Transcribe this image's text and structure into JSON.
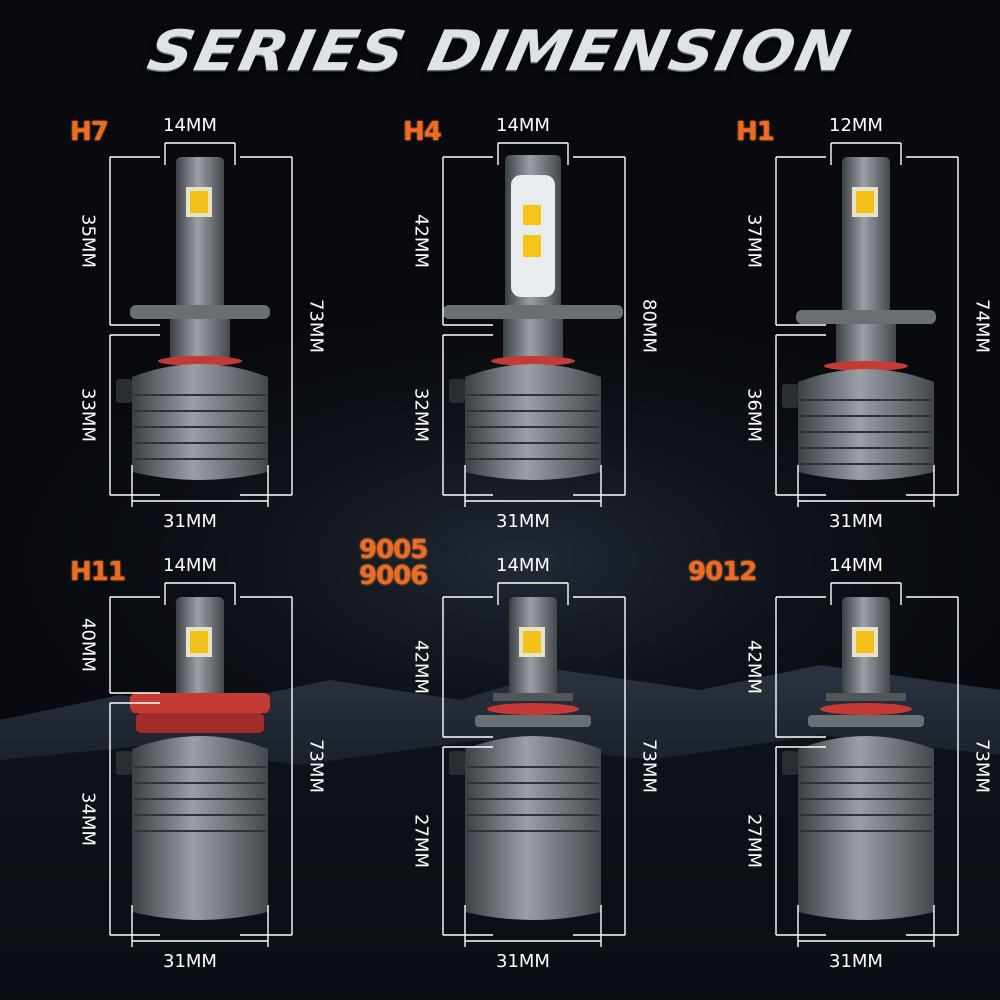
{
  "title": "SERIES DIMENSION",
  "colors": {
    "accent": "#f06a24",
    "background": "#07090d",
    "dimension_line": "#ffffff",
    "bulb_body": "#6f7479",
    "ring": "#c53a35"
  },
  "bulbs": [
    {
      "id": "h7",
      "model_lines": [
        "H7"
      ],
      "head_width": "14MM",
      "upper_height": "35MM",
      "lower_height": "33MM",
      "total_height": "73MM",
      "base_width": "31MM",
      "socket": "flange"
    },
    {
      "id": "h4",
      "model_lines": [
        "H4"
      ],
      "head_width": "14MM",
      "upper_height": "42MM",
      "lower_height": "32MM",
      "total_height": "80MM",
      "base_width": "31MM",
      "socket": "h4"
    },
    {
      "id": "h1",
      "model_lines": [
        "H1"
      ],
      "head_width": "12MM",
      "upper_height": "37MM",
      "lower_height": "36MM",
      "total_height": "74MM",
      "base_width": "31MM",
      "socket": "h1"
    },
    {
      "id": "h11",
      "model_lines": [
        "H11"
      ],
      "head_width": "14MM",
      "upper_height": "40MM",
      "lower_height": "34MM",
      "total_height": "73MM",
      "base_width": "31MM",
      "socket": "h11"
    },
    {
      "id": "9005",
      "model_lines": [
        "9005",
        "9006"
      ],
      "head_width": "14MM",
      "upper_height": "42MM",
      "lower_height": "27MM",
      "total_height": "73MM",
      "base_width": "31MM",
      "socket": "9005"
    },
    {
      "id": "9012",
      "model_lines": [
        "9012"
      ],
      "head_width": "14MM",
      "upper_height": "42MM",
      "lower_height": "27MM",
      "total_height": "73MM",
      "base_width": "31MM",
      "socket": "9005"
    }
  ]
}
